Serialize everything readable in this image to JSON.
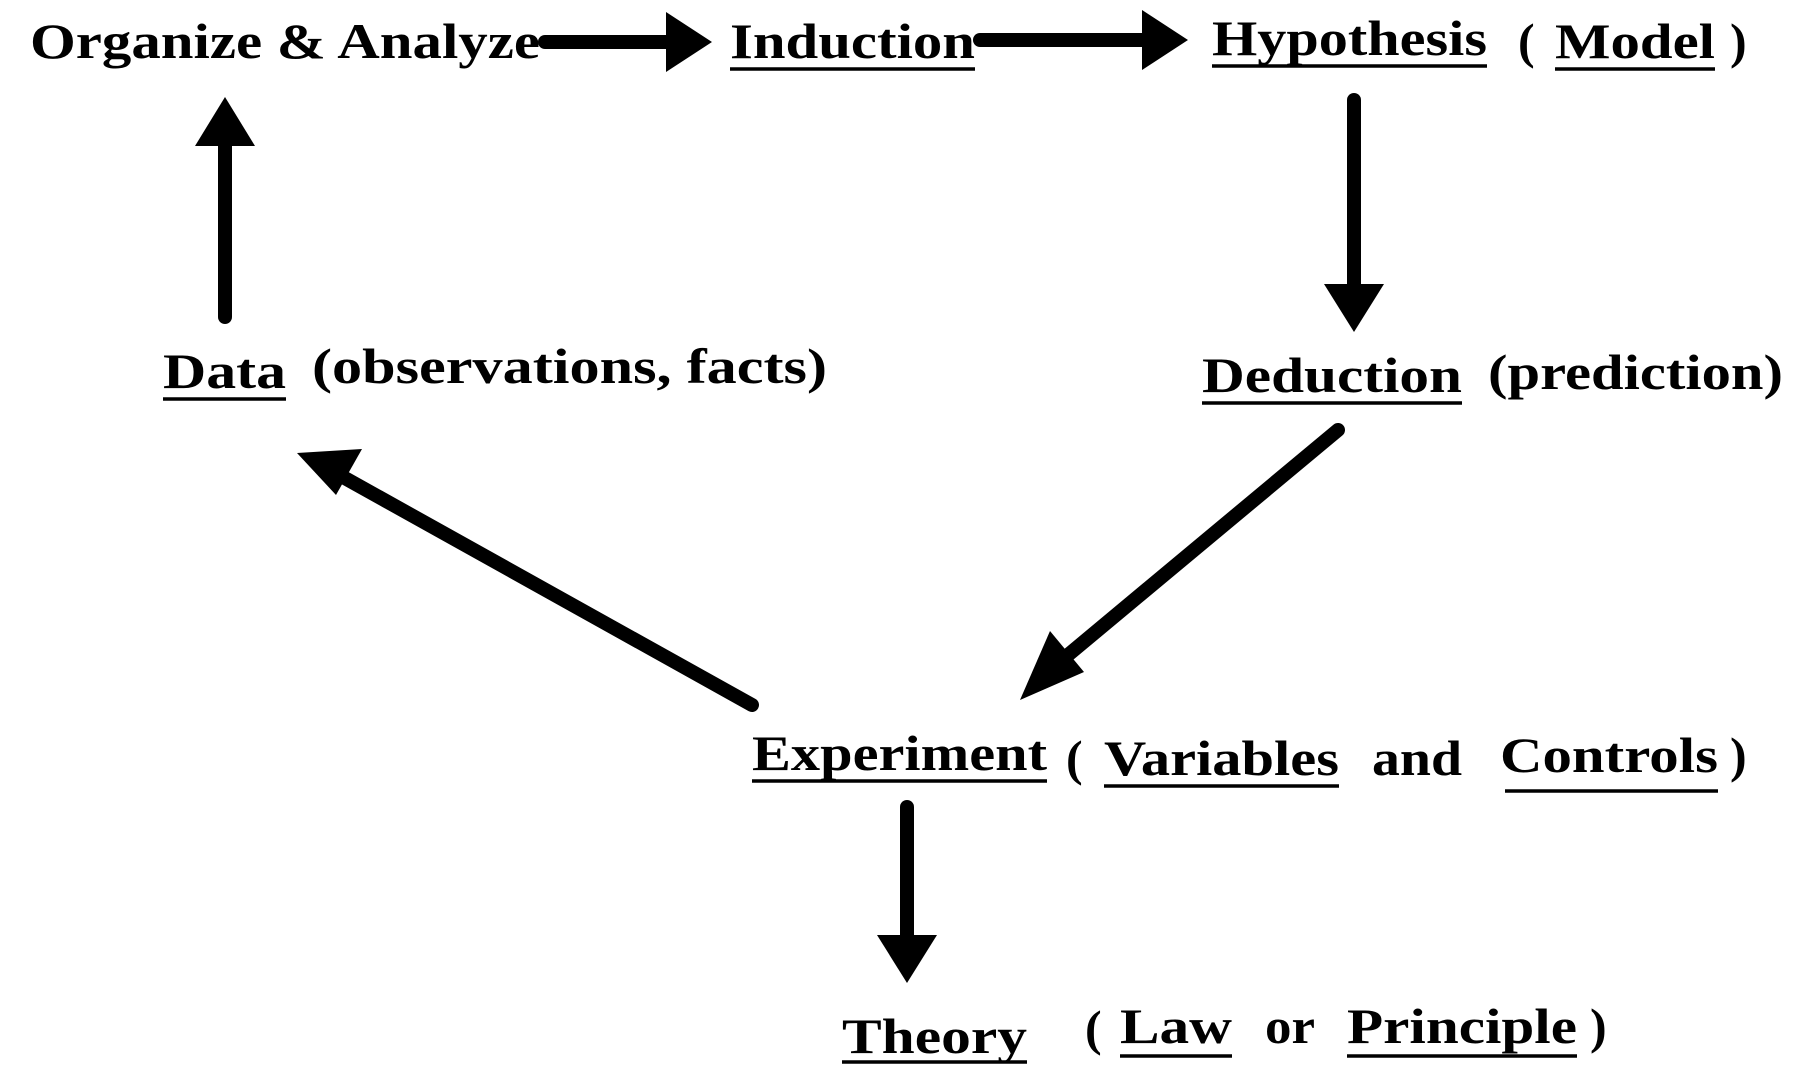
{
  "nodes": {
    "organize": {
      "label": "Organize & Analyze"
    },
    "induction": {
      "label": "Induction"
    },
    "hypothesis": {
      "label": "Hypothesis",
      "open": "(",
      "detail": "Model",
      "close": ")"
    },
    "deduction": {
      "label": "Deduction",
      "detail": "(prediction)"
    },
    "data": {
      "label": "Data",
      "detail": "(observations, facts)"
    },
    "experiment": {
      "label": "Experiment",
      "open": "(",
      "detail1": "Variables",
      "conj": "and",
      "detail2": "Controls",
      "close": ")"
    },
    "theory": {
      "label": "Theory",
      "open": "(",
      "detail1": "Law",
      "conj": "or",
      "detail2": "Principle",
      "close": ")"
    }
  },
  "edges": [
    {
      "from": "Organize & Analyze",
      "to": "Induction"
    },
    {
      "from": "Induction",
      "to": "Hypothesis"
    },
    {
      "from": "Hypothesis",
      "to": "Deduction"
    },
    {
      "from": "Deduction",
      "to": "Experiment"
    },
    {
      "from": "Experiment",
      "to": "Data"
    },
    {
      "from": "Data",
      "to": "Organize & Analyze"
    },
    {
      "from": "Experiment",
      "to": "Theory"
    }
  ],
  "colors": {
    "ink": "#000000",
    "background": "#ffffff"
  }
}
